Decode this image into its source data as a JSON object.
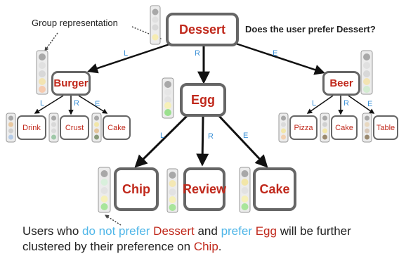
{
  "group_label": "Group representation",
  "question": "Does the user prefer Dessert?",
  "nodes": {
    "root": "Dessert",
    "left": "Burger",
    "middle": "Egg",
    "right": "Beer",
    "left_children": [
      "Drink",
      "Crust",
      "Cake"
    ],
    "middle_children": [
      "Chip",
      "Review",
      "Cake"
    ],
    "right_children": [
      "Pizza",
      "Cake",
      "Table"
    ]
  },
  "edge_labels": {
    "l": "L",
    "r": "R",
    "e": "E"
  },
  "caption": {
    "p1": "Users who ",
    "p2": "do not prefer",
    "p3": " ",
    "p4": "Dessert",
    "p5": " and ",
    "p6": "prefer",
    "p7": " ",
    "p8": "Egg",
    "p9": " will be further clustered by their preference on ",
    "p10": "Chip",
    "p11": "."
  },
  "colors": {
    "node_text": "#c0281b",
    "edge_label": "#3a8fd6",
    "highlight_blue": "#4fb6e8",
    "border": "#666666"
  }
}
